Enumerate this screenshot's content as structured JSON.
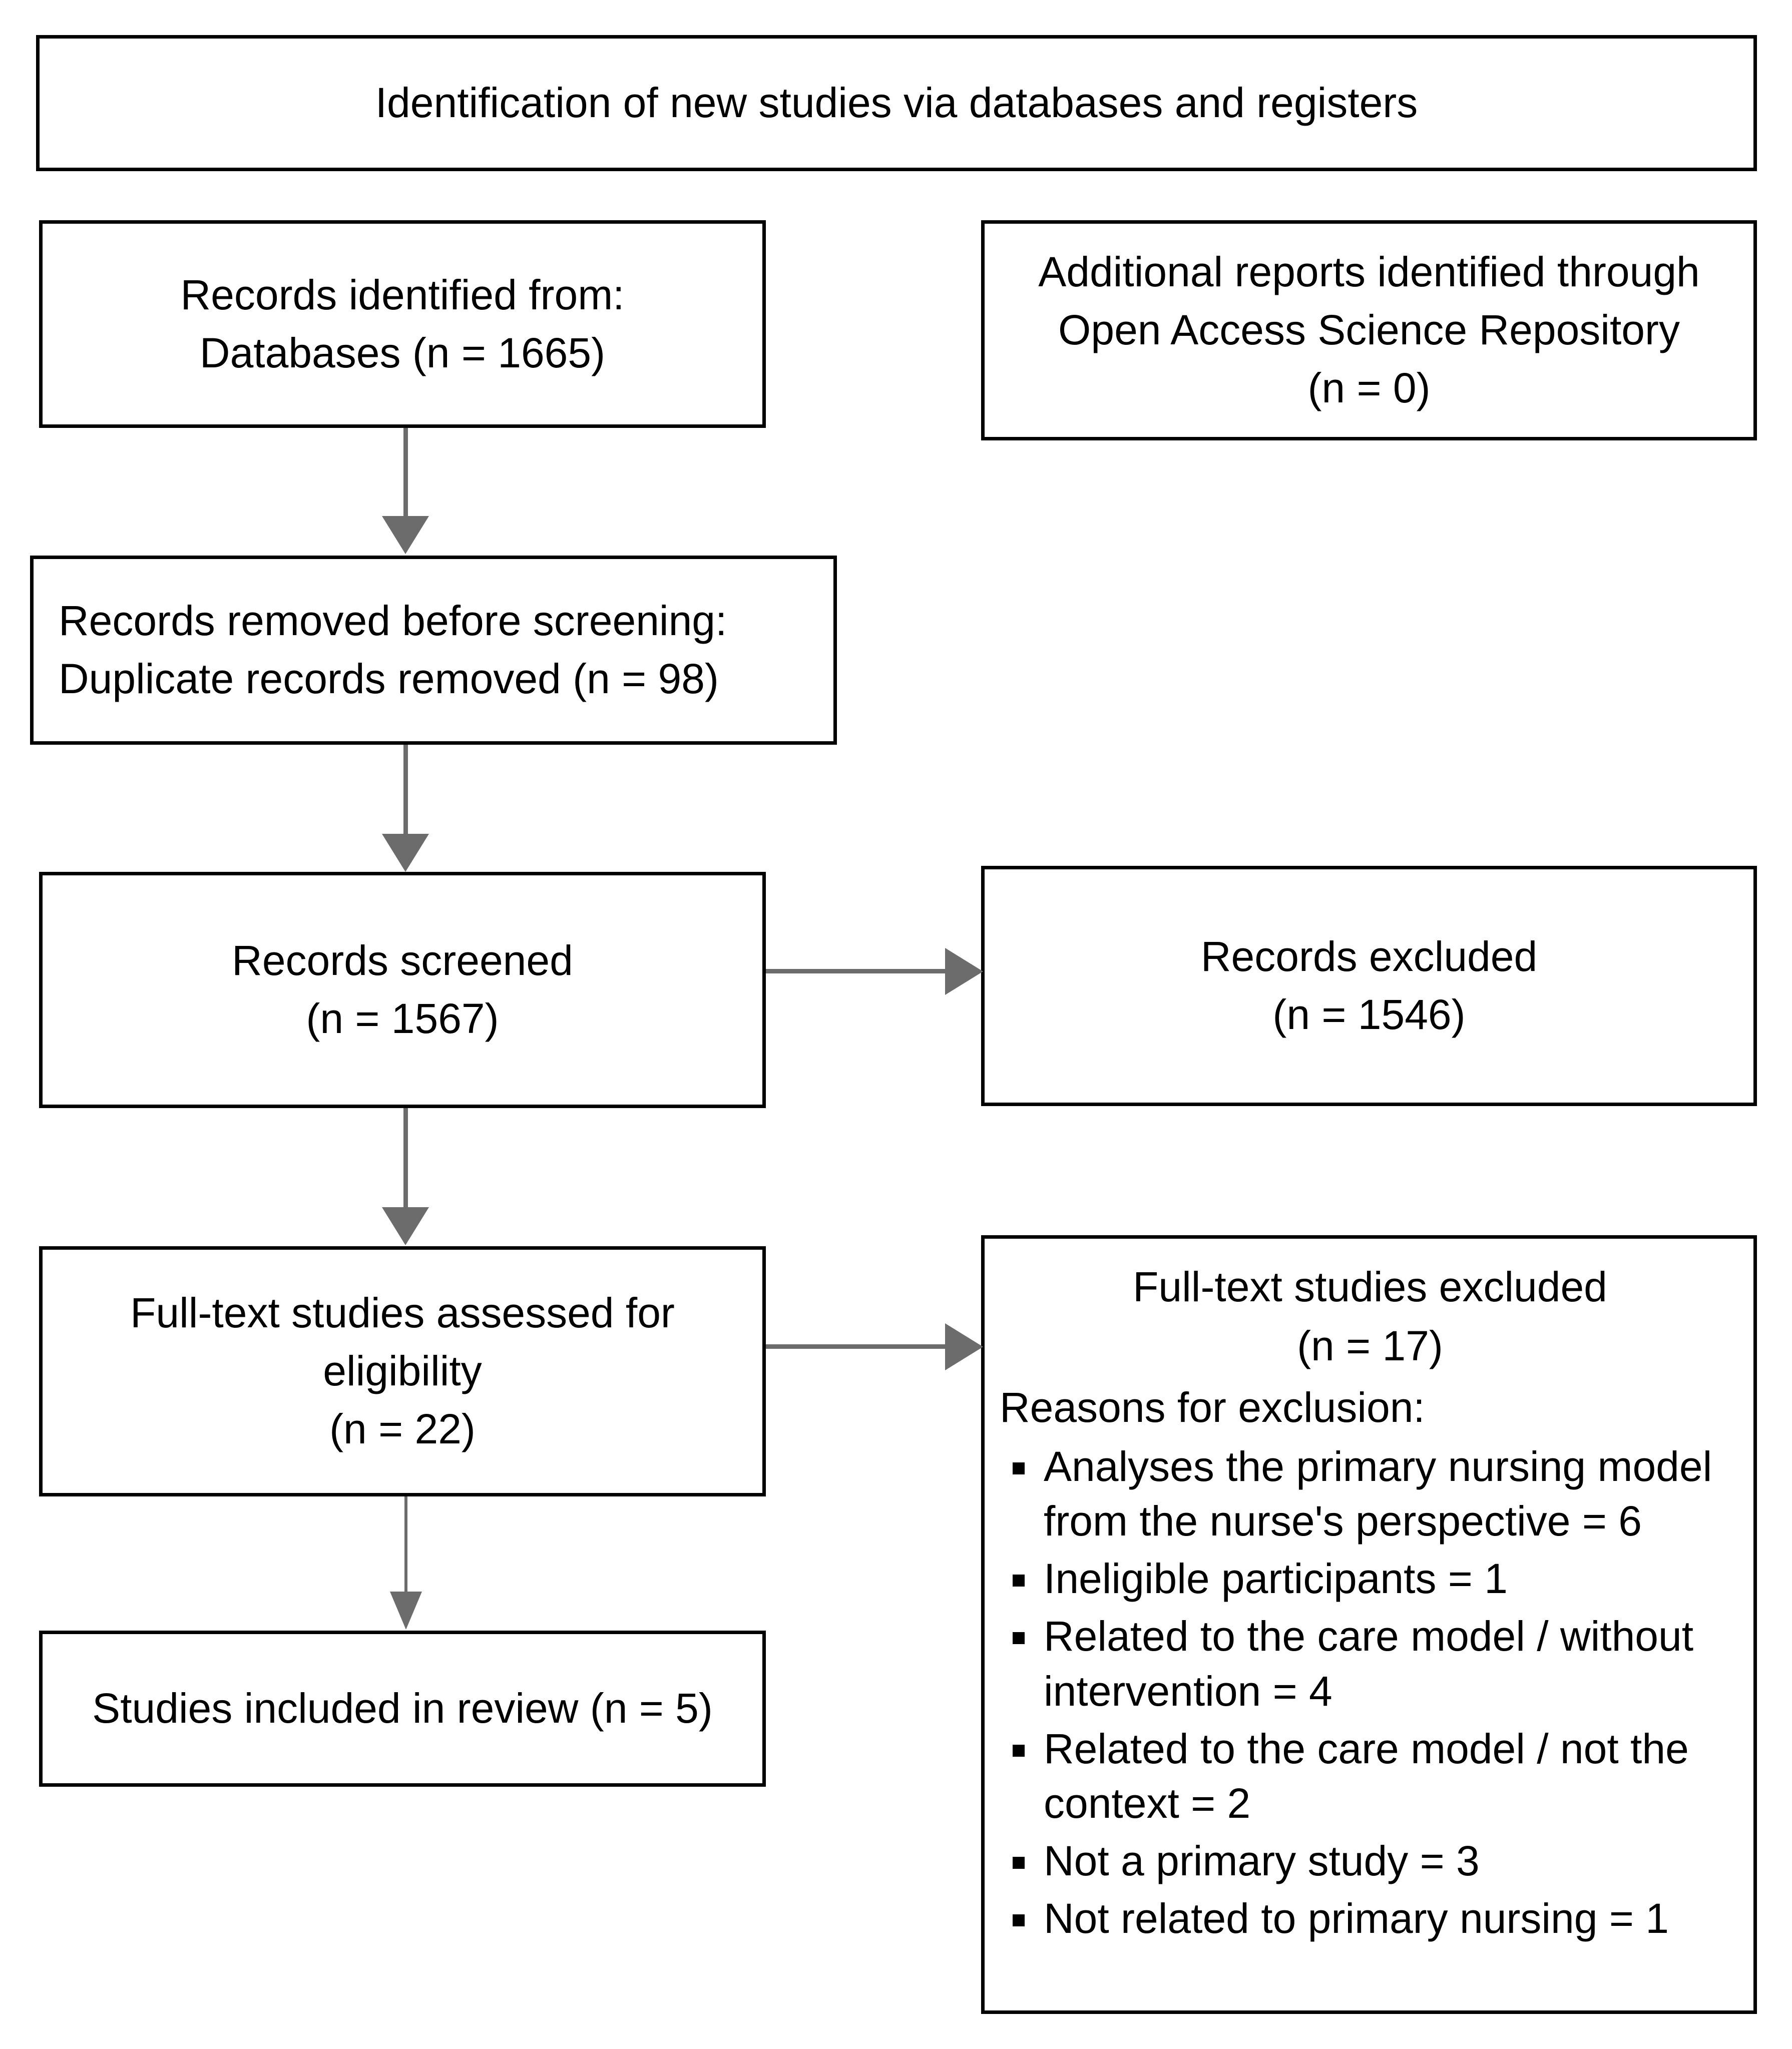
{
  "diagram": {
    "type": "prisma-flow-diagram",
    "header": {
      "label": "Identification of new studies via databases and registers"
    },
    "boxes": {
      "records_identified": "Records identified from:\nDatabases (n = 1665)",
      "additional_reports": "Additional reports identified through\nOpen Access Science Repository\n(n = 0)",
      "records_removed": "Records removed before screening:\nDuplicate records removed (n = 98)",
      "records_screened": "Records screened\n(n = 1567)",
      "records_excluded": "Records excluded\n(n = 1546)",
      "fulltext_assessed": "Full-text studies assessed for\neligibility\n(n = 22)",
      "studies_included": "Studies included in review (n = 5)",
      "fulltext_excluded_head": "Full-text studies excluded\n(n = 17)",
      "fulltext_excluded_subhead": "Reasons for exclusion:"
    },
    "exclusion_reasons": [
      "Analyses the primary nursing model from the nurse's perspective = 6",
      "Ineligible participants = 1",
      "Related to the care model / without intervention = 4",
      "Related to the care model / not the context = 2",
      "Not a primary study = 3",
      "Not related to primary nursing = 1"
    ],
    "counts": {
      "databases_identified": 1665,
      "additional_reports": 0,
      "duplicates_removed": 98,
      "records_screened": 1567,
      "records_excluded": 1546,
      "fulltext_assessed": 22,
      "fulltext_excluded": 17,
      "studies_included": 5
    },
    "colors": {
      "box_border": "#000000",
      "box_fill": "#ffffff",
      "connector": "#6c6c6c",
      "text": "#000000"
    }
  }
}
